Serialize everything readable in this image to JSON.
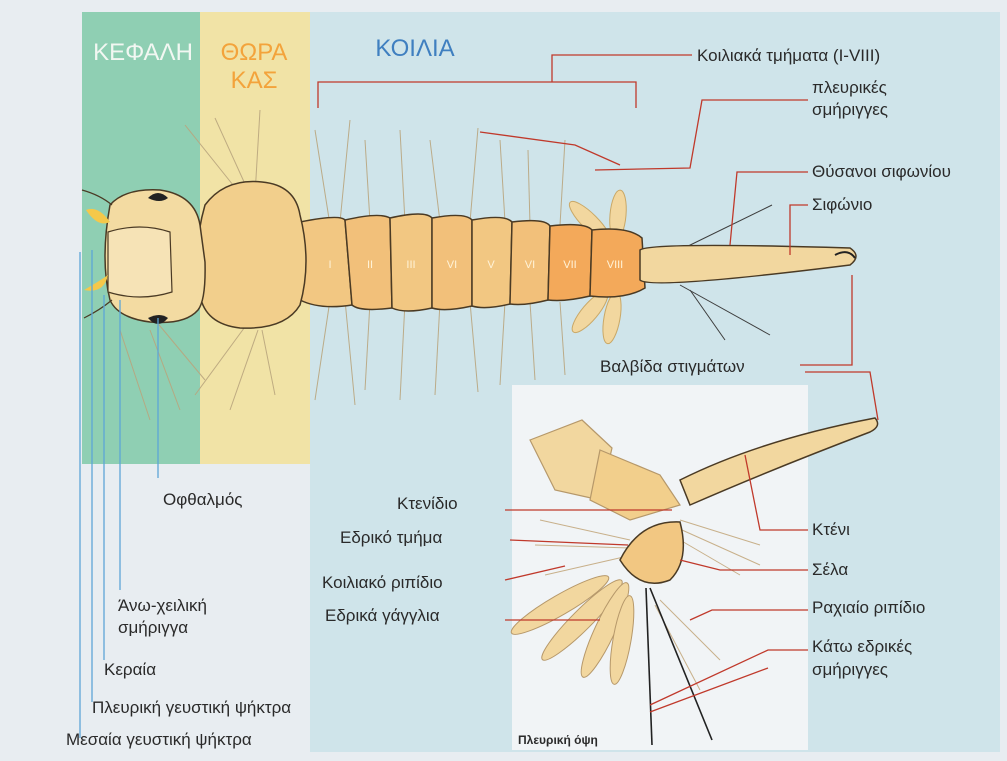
{
  "headers": {
    "head": "ΚΕΦΑΛΗ",
    "thorax_line1": "ΘΩΡΑ",
    "thorax_line2": "ΚΑΣ",
    "abdomen": "ΚΟΙΛΙΑ"
  },
  "segments": [
    "I",
    "II",
    "III",
    "VI",
    "V",
    "VI",
    "VII",
    "VIII"
  ],
  "labels": {
    "abdominal_segments": "Κοιλιακά τμήματα (I-VIII)",
    "lateral_bristles_1": "πλευρικές",
    "lateral_bristles_2": "σμήριγγες",
    "siphon_tufts": "Θύσανοι σιφωνίου",
    "siphon": "Σιφώνιο",
    "spiracle_valve": "Βαλβίδα στιγμάτων",
    "eye": "Οφθαλμός",
    "upper_lip_bristle_1": "Άνω-χειλική",
    "upper_lip_bristle_2": "σμήριγγα",
    "antenna": "Κεραία",
    "lateral_palp_brush": "Πλευρική γευστική ψήκτρα",
    "median_palp_brush": "Μεσαία γευστική ψήκτρα",
    "comb": "Κτενίδιο",
    "anal_segment": "Εδρικό τμήμα",
    "ventral_brush": "Κοιλιακό ριπίδιο",
    "anal_gills": "Εδρικά γάγγλια",
    "pecten": "Κτένι",
    "saddle": "Σέλα",
    "dorsal_brush": "Ραχιαίο ριπίδιο",
    "lower_anal_bristles_1": "Κάτω εδρικές",
    "lower_anal_bristles_2": "σμήριγγες",
    "side_view": "Πλευρική όψη"
  },
  "colors": {
    "head_band": "#8fcfb3",
    "thorax_band": "#f1e3a6",
    "abdomen_band": "#cfe4ea",
    "body": "#f2cf8c",
    "label_line": "#c0392b",
    "head_header": "#f2f7f2",
    "thorax_header": "#f3a33b",
    "abdomen_header": "#3f7fc0"
  }
}
